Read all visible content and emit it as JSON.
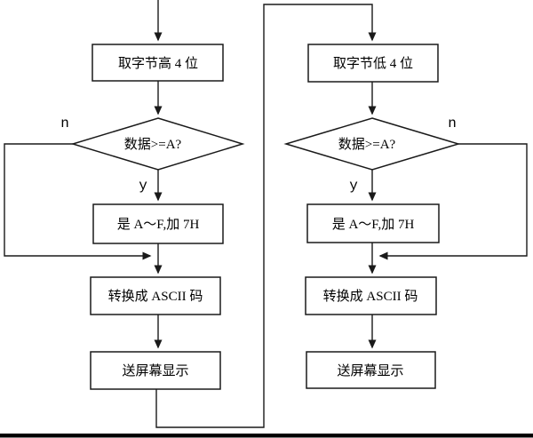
{
  "diagram": {
    "title": "hex-nibble-to-ascii-display-flowchart",
    "left_branch": {
      "step1": "取字节高 4 位",
      "decision": "数据>=A?",
      "decision_no": "n",
      "decision_yes": "y",
      "step2": "是 A～F,加 7H",
      "step3": "转换成 ASCII 码",
      "step4": "送屏幕显示"
    },
    "right_branch": {
      "step1": "取字节低 4 位",
      "decision": "数据>=A?",
      "decision_no": "n",
      "decision_yes": "y",
      "step2": "是 A～F,加 7H",
      "step3": "转换成 ASCII 码",
      "step4": "送屏幕显示"
    },
    "colors": {
      "line": "#1a1a1a",
      "box_fill": "#ffffff",
      "background": "#ffffff",
      "bottom_rule": "#000000"
    }
  }
}
